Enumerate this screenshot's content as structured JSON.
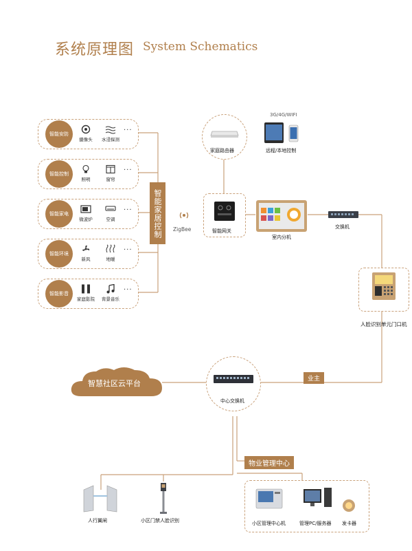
{
  "title": {
    "cn": "系统原理图",
    "en": "System Schematics"
  },
  "categories": [
    {
      "label": "智能安防",
      "devices": [
        {
          "label": "摄像头",
          "icon": "camera-icon"
        },
        {
          "label": "水浸探测",
          "icon": "water-sensor-icon"
        }
      ],
      "more": "···"
    },
    {
      "label": "智能控制",
      "devices": [
        {
          "label": "照明",
          "icon": "bulb-icon"
        },
        {
          "label": "窗帘",
          "icon": "curtain-icon"
        }
      ],
      "more": "···"
    },
    {
      "label": "智能家电",
      "devices": [
        {
          "label": "微波炉",
          "icon": "microwave-icon"
        },
        {
          "label": "空调",
          "icon": "air-conditioner-icon"
        }
      ],
      "more": "···"
    },
    {
      "label": "智能环境",
      "devices": [
        {
          "label": "新风",
          "icon": "fan-icon"
        },
        {
          "label": "地暖",
          "icon": "floor-heating-icon"
        }
      ],
      "more": "···"
    },
    {
      "label": "智能影音",
      "devices": [
        {
          "label": "家庭影院",
          "icon": "speaker-icon"
        },
        {
          "label": "背景音乐",
          "icon": "music-note-icon"
        }
      ],
      "more": "···"
    }
  ],
  "home_control": "智能家居控制",
  "zigbee": "ZigBee",
  "router": "家庭路由器",
  "remote": {
    "network": "3G/4G/WIFI",
    "label": "远程/本地控制"
  },
  "gateway": "智能网关",
  "indoor": "室内分机",
  "switch": "交换机",
  "door": "人脸识别单元门口机",
  "owner": "业主",
  "cloud": "智慧社区云平台",
  "center_switch": "中心交换机",
  "property": "物业管理中心",
  "pedestrian_gate": "人行翼闸",
  "community_face": "小区门禁人脸识别",
  "mgmt": {
    "host": "小区管理中心机",
    "pc": "管理PC/服务器",
    "card": "发卡器"
  },
  "colors": {
    "accent": "#b07f4c",
    "dashed": "#c9a17a"
  }
}
